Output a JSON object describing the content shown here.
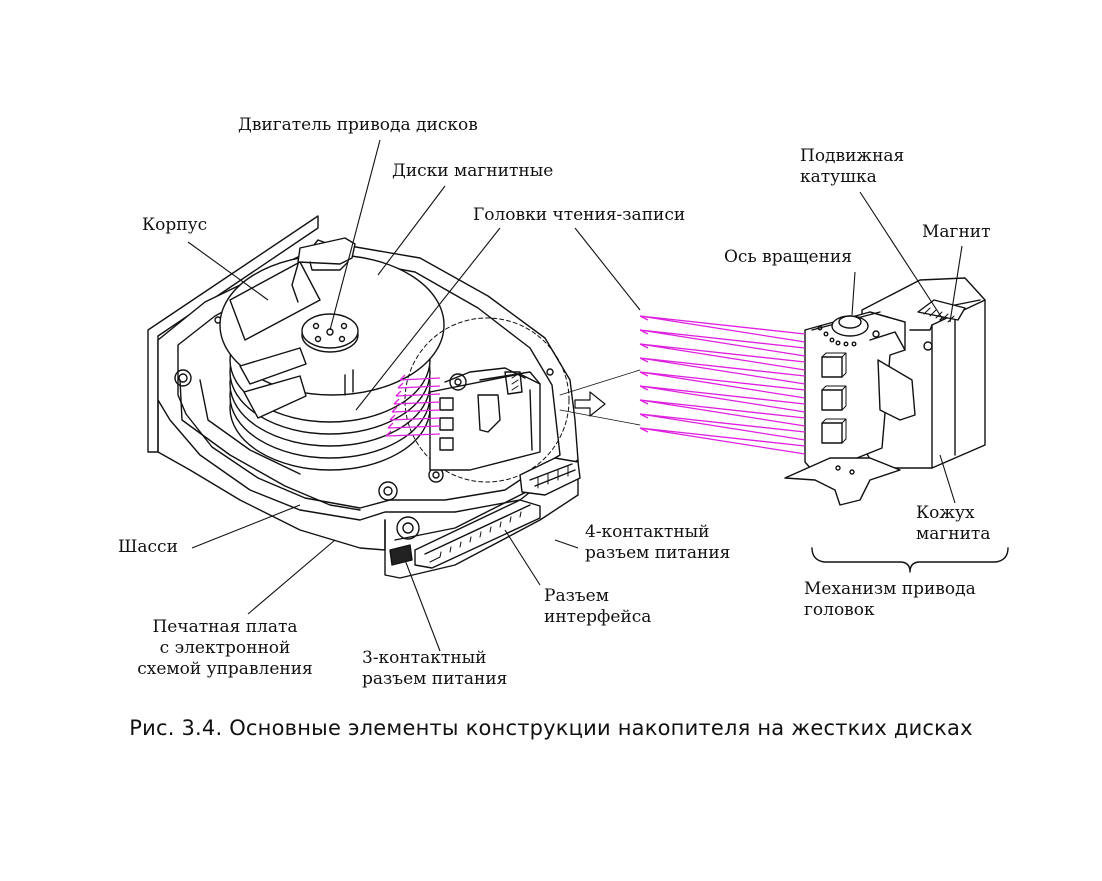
{
  "labels": {
    "motor": "Двигатель привода дисков",
    "disks": "Диски магнитные",
    "case": "Корпус",
    "heads": "Головки чтения-записи",
    "coil": [
      "Подвижная",
      "катушка"
    ],
    "axis": "Ось вращения",
    "magnet": "Магнит",
    "chassis": "Шасси",
    "pcb": [
      "Печатная плата",
      "с электронной",
      "схемой управления"
    ],
    "power4": [
      "4-контактный",
      "разъем питания"
    ],
    "interface": [
      "Разъем",
      "интерфейса"
    ],
    "power3": [
      "3-контактный",
      "разъем питания"
    ],
    "magnet_cover": [
      "Кожух",
      "магнита"
    ],
    "actuator": [
      "Механизм привода",
      "головок"
    ]
  },
  "caption": "Рис. 3.4. Основные элементы конструкции накопителя на жестких дисках",
  "colors": {
    "line": "#111111",
    "heads": "#e020e0",
    "background": "#ffffff"
  }
}
